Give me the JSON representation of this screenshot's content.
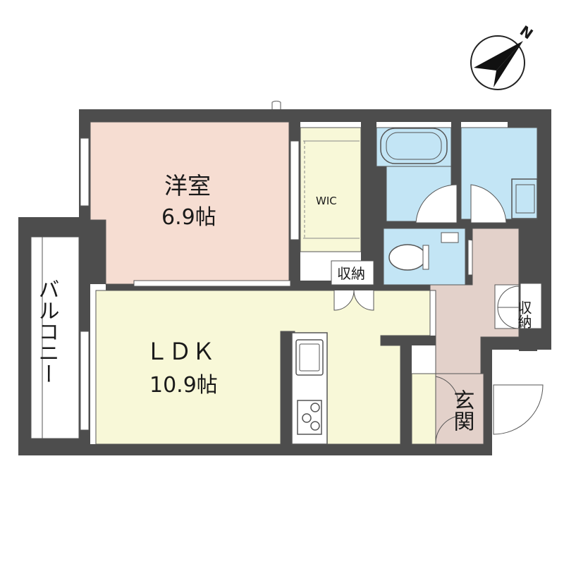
{
  "rooms": {
    "western_room": {
      "name": "洋室",
      "size": "6.9帖"
    },
    "ldk": {
      "name": "ＬＤＫ",
      "size": "10.9帖"
    },
    "wic": {
      "name": "WIC"
    },
    "storage_middle": {
      "name": "収納"
    },
    "storage_right": {
      "name": "収納"
    },
    "entrance": {
      "name": "玄関"
    },
    "balcony": {
      "name": "バルコニー"
    }
  },
  "compass": {
    "label": "N"
  },
  "colors": {
    "wall": "#4d4d4d",
    "western_room": "#f6ddd2",
    "ldk": "#f8f8d8",
    "wic": "#f8f8d8",
    "bath": "#c3e5f5",
    "hall": "#e3d1ca",
    "outline": "#333333"
  }
}
